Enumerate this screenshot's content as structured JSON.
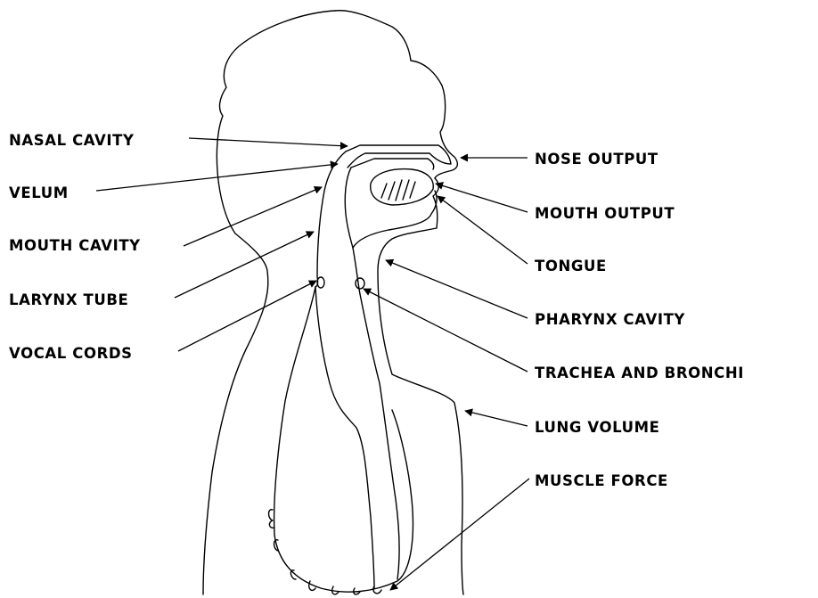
{
  "labels": {
    "nasal_cavity": "NASAL CAVITY",
    "velum": "VELUM",
    "mouth_cavity": "MOUTH CAVITY",
    "larynx_tube": "LARYNX TUBE",
    "vocal_cords": "VOCAL CORDS",
    "nose_output": "NOSE OUTPUT",
    "mouth_output": "MOUTH OUTPUT",
    "tongue": "TONGUE",
    "pharynx_cavity": "PHARYNX CAVITY",
    "trachea_and_bronchi": "TRACHEA AND BRONCHI",
    "lung_volume": "LUNG VOLUME",
    "muscle_force": "MUSCLE FORCE"
  },
  "colors": {
    "line": "#000000",
    "background": "#ffffff"
  }
}
